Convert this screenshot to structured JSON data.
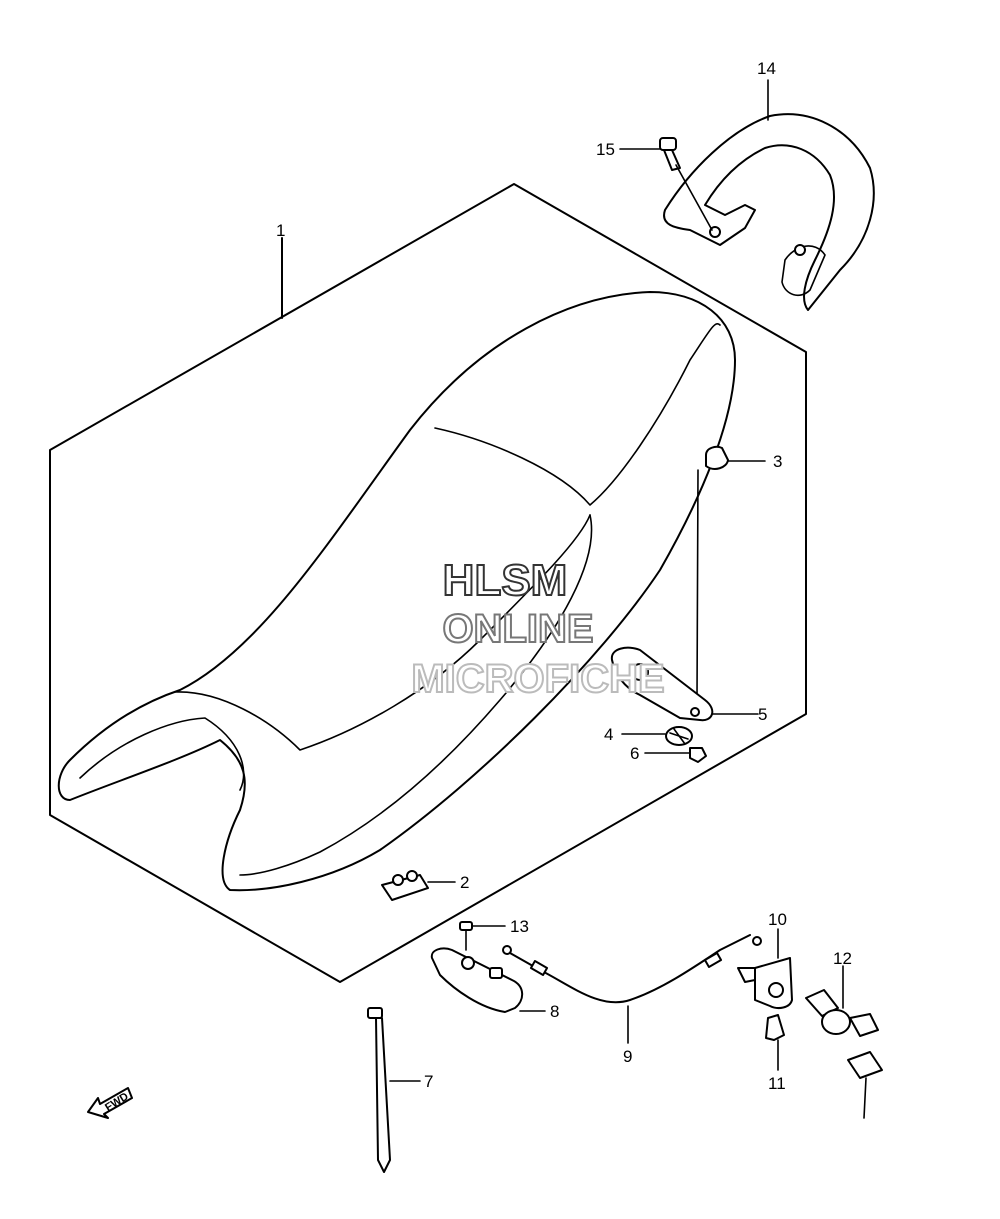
{
  "callouts": [
    {
      "id": "1",
      "text": "1"
    },
    {
      "id": "2",
      "text": "2"
    },
    {
      "id": "3",
      "text": "3"
    },
    {
      "id": "4",
      "text": "4"
    },
    {
      "id": "5",
      "text": "5"
    },
    {
      "id": "6",
      "text": "6"
    },
    {
      "id": "7",
      "text": "7"
    },
    {
      "id": "8",
      "text": "8"
    },
    {
      "id": "9",
      "text": "9"
    },
    {
      "id": "10",
      "text": "10"
    },
    {
      "id": "11",
      "text": "11"
    },
    {
      "id": "12",
      "text": "12"
    },
    {
      "id": "13",
      "text": "13"
    },
    {
      "id": "14",
      "text": "14"
    },
    {
      "id": "15",
      "text": "15"
    }
  ],
  "watermark": {
    "line1": "HLSM",
    "line2": "ONLINE",
    "line3": "MICROFICHE"
  },
  "direction_badge": {
    "label": "FWD"
  }
}
